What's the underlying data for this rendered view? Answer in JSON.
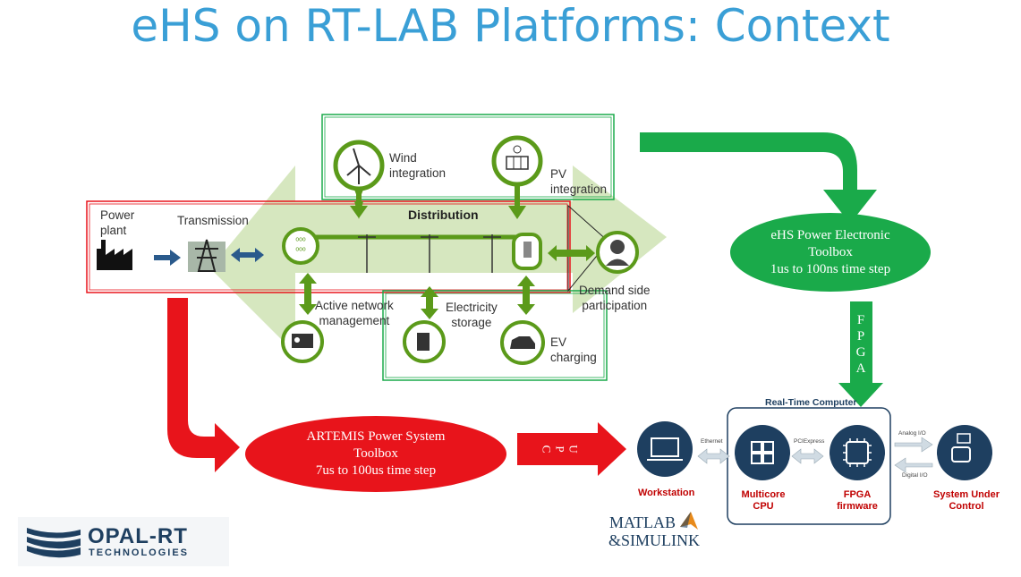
{
  "slide": {
    "title": "eHS on RT-LAB Platforms: Context"
  },
  "grid_diagram": {
    "power_plant": "Power\nplant",
    "transmission": "Transmission",
    "distribution": "Distribution",
    "wind": "Wind\nintegration",
    "pv": "PV\nintegration",
    "active_network": "Active network\nmanagement",
    "electricity_storage": "Electricity\nstorage",
    "demand_side": "Demand side\nparticipation",
    "ev": "EV\ncharging"
  },
  "toolboxes": {
    "ehs": "eHS Power Electronic\nToolbox\n1us to 100ns time step",
    "artemis": "ARTEMIS Power System\nToolbox\n7us to 100us time step"
  },
  "arrow_labels": {
    "fpga_letters": [
      "F",
      "P",
      "G",
      "A"
    ],
    "cpu_letters": [
      "C",
      "P",
      "U"
    ]
  },
  "rtc": {
    "title": "Real-Time Computer",
    "workstation": "Workstation",
    "multicore": "Multicore\nCPU",
    "fpga": "FPGA\nfirmware",
    "system": "System Under\nControl",
    "ethernet": "Ethernet",
    "pciexpress": "PCIExpress",
    "analog": "Analog I/O",
    "digital": "Digital I/O"
  },
  "logos": {
    "matlab_line1": "MATLAB",
    "matlab_line2": "&SIMULINK",
    "opal_line1": "OPAL-RT",
    "opal_line2": "TECHNOLOGIES"
  },
  "colors": {
    "title_blue": "#3a9fd6",
    "green": "#1aaa4a",
    "red": "#e8141b",
    "grid_green": "#5b9a1a",
    "navy": "#1e3f60"
  }
}
